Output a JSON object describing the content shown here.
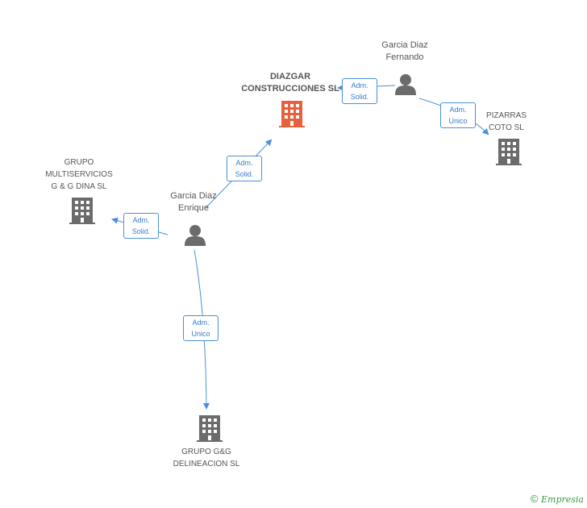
{
  "nodes": {
    "diazgar": {
      "line1": "DIAZGAR",
      "line2": "CONSTRUCCIONES SL",
      "color": "#e8613c"
    },
    "fernando": {
      "line1": "Garcia Diaz",
      "line2": "Fernando"
    },
    "pizarras": {
      "line1": "PIZARRAS",
      "line2": "COTO SL"
    },
    "multiservicios": {
      "line1": "GRUPO",
      "line2": "MULTISERVICIOS",
      "line3": "G & G DINA SL"
    },
    "enrique": {
      "line1": "Garcia Diaz",
      "line2": "Enrique"
    },
    "delineacion": {
      "line1": "GRUPO G&G",
      "line2": "DELINEACION SL"
    }
  },
  "edges": {
    "fernando_diazgar": {
      "line1": "Adm.",
      "line2": "Solid."
    },
    "fernando_pizarras": {
      "line1": "Adm.",
      "line2": "Unico"
    },
    "enrique_diazgar": {
      "line1": "Adm.",
      "line2": "Solid."
    },
    "enrique_multiservicios": {
      "line1": "Adm.",
      "line2": "Solid."
    },
    "enrique_delineacion": {
      "line1": "Adm.",
      "line2": "Unico"
    }
  },
  "colors": {
    "edge": "#4a90d9",
    "building": "#6b6b6b",
    "person": "#6b6b6b",
    "highlight": "#e8613c"
  },
  "footer": {
    "copyright": "©",
    "brand": "Empresia"
  }
}
